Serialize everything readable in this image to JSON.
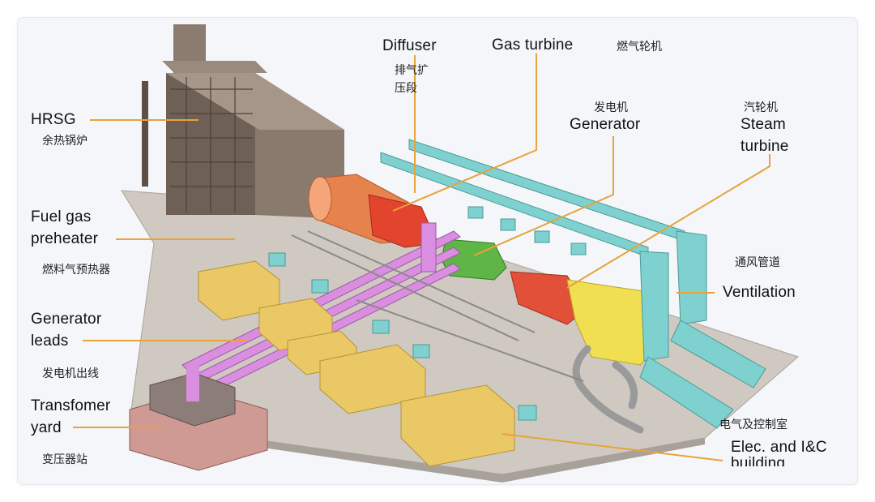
{
  "labels": {
    "hrsg": {
      "en": "HRSG",
      "zh": "余热锅炉"
    },
    "fuel_gas_preheater": {
      "en": "Fuel gas\npreheater",
      "zh": "燃料气预热器"
    },
    "generator_leads": {
      "en": "Generator\nleads",
      "zh": "发电机出线"
    },
    "transformer_yard": {
      "en": "Transfomer\nyard",
      "zh": "变压器站"
    },
    "diffuser": {
      "en": "Diffuser",
      "zh": "排气扩\n压段"
    },
    "gas_turbine": {
      "en": "Gas turbine",
      "zh": "燃气轮机"
    },
    "generator": {
      "en": "Generator",
      "zh": "发电机"
    },
    "steam_turbine": {
      "en": "Steam\nturbine",
      "zh": "汽轮机"
    },
    "ventilation": {
      "en": "Ventilation",
      "zh": "通风管道"
    },
    "elec_ic": {
      "en": "Elec. and I&C",
      "en_cut": "building",
      "zh": "电气及控制室"
    }
  },
  "colors": {
    "leader": "#e8a33a",
    "deck": "#c9c3bb",
    "structure": "#7a6a60",
    "gas_turbine": "#e87b45",
    "generator": "#5db543",
    "steam_turbine": "#f2e04f",
    "ducts": "#7fd1cf",
    "leads": "#d98ee0",
    "transformer": "#c98d88",
    "buildings": "#e8c766",
    "piping": "#9a9a9a"
  }
}
